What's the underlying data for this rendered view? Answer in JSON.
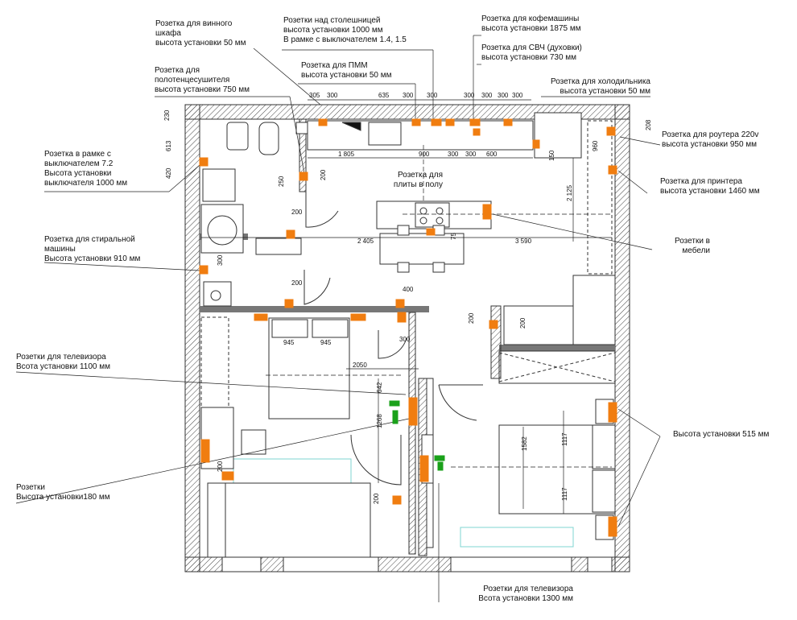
{
  "labels": {
    "wine": [
      "Розетка для винного",
      "шкафа",
      "высота установки 50 мм"
    ],
    "countertop": [
      "Розетки над столешницей",
      "высота установки 1000 мм",
      "В рамке с выключателем 1.4, 1.5"
    ],
    "coffee": [
      "Розетка для кофемашины",
      "высота установки 1875 мм"
    ],
    "microwave": [
      "Розетка для СВЧ (духовки)",
      "высота установки 730 мм"
    ],
    "dishwasher": [
      "Розетка для ПММ",
      "высота установки 50 мм"
    ],
    "towel": [
      "Розетка для",
      "полотенцесушителя",
      "высота установки 750 мм"
    ],
    "fridge": [
      "Розетка для холодильника",
      "высота установки 50 мм"
    ],
    "router": [
      "Розетка для роутера 220v",
      "высота установки 950 мм"
    ],
    "switch_frame": [
      "Розетка в рамке с",
      "выключателем 7.2",
      "Высота установки",
      "выключателя 1000 мм"
    ],
    "printer": [
      "Розетка для принтера",
      "высота установки 1460 мм"
    ],
    "stove": [
      "Розетка для",
      "плиты в полу"
    ],
    "washer": [
      "Розетка для стиральной",
      "машины",
      "Высота установки 910 мм"
    ],
    "furniture": [
      "Розетки в",
      "мебели"
    ],
    "tv1": [
      "Розетки для телевизора",
      "Всота установки 1100 мм"
    ],
    "h515": [
      "Высота установки 515 мм"
    ],
    "sockets180": [
      "Розетки",
      "Высота установки180 мм"
    ],
    "tv2": [
      "Розетки для телевизора",
      "Всота установки 1300 мм"
    ]
  },
  "dimensions": {
    "top": [
      "305",
      "300",
      "635",
      "300",
      "300",
      "300",
      "300",
      "300",
      "300"
    ],
    "kitchen_row": [
      "1 805",
      "900",
      "300",
      "300",
      "600"
    ],
    "left": [
      "230",
      "613",
      "420",
      "250",
      "200"
    ],
    "mid": [
      "2 405",
      "3 590",
      "2 125",
      "150",
      "75",
      "960",
      "208"
    ],
    "misc": [
      "200",
      "300",
      "400",
      "200",
      "300",
      "200",
      "200"
    ],
    "bed1": [
      "945",
      "945",
      "2050"
    ],
    "tv": [
      "642",
      "1268"
    ],
    "bed2": [
      "1582",
      "1117",
      "1117"
    ],
    "bottom": [
      "200",
      "200"
    ]
  },
  "colors": {
    "wall": "#333333",
    "socket": "#f07d10",
    "switch": "#1aa11a",
    "line": "#222222",
    "window": "#7fd6d0"
  }
}
